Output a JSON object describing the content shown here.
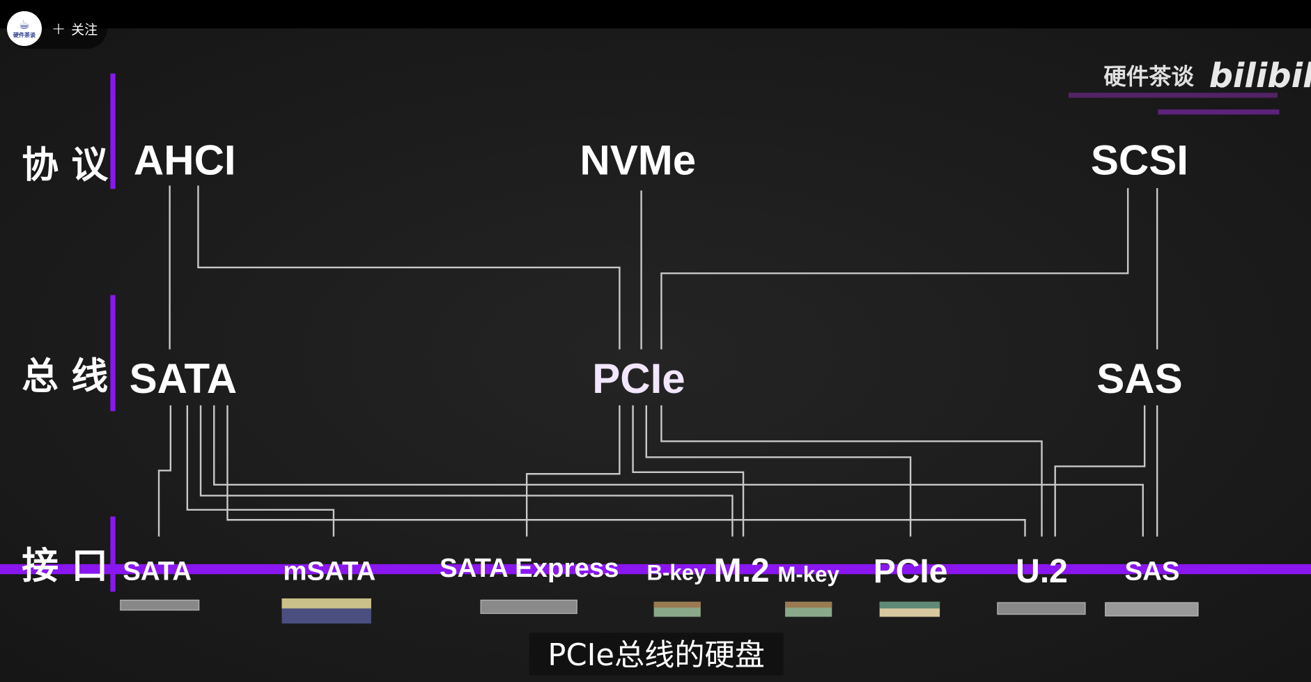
{
  "channel": {
    "avatar_text": "硬件茶谈",
    "follow_label": "关注",
    "follow_icon": "plus-icon"
  },
  "watermark": {
    "text": "硬件茶谈",
    "logo": "bilibili"
  },
  "rows": {
    "protocol": "协 议",
    "bus": "总 线",
    "interface": "接 口"
  },
  "protocols": [
    "AHCI",
    "NVMe",
    "SCSI"
  ],
  "buses": [
    "SATA",
    "PCIe",
    "SAS"
  ],
  "interfaces": {
    "sata": "SATA",
    "msata": "mSATA",
    "sata_express": "SATA Express",
    "bkey": "B-key",
    "m2": "M.2",
    "mkey": "M-key",
    "pcie": "PCIe",
    "u2": "U.2",
    "sas": "SAS"
  },
  "subtitle": "PCIe总线的硬盘",
  "colors": {
    "accent": "#8a17f0",
    "background": "#1c1c1c",
    "line": "#c8c8c8"
  }
}
